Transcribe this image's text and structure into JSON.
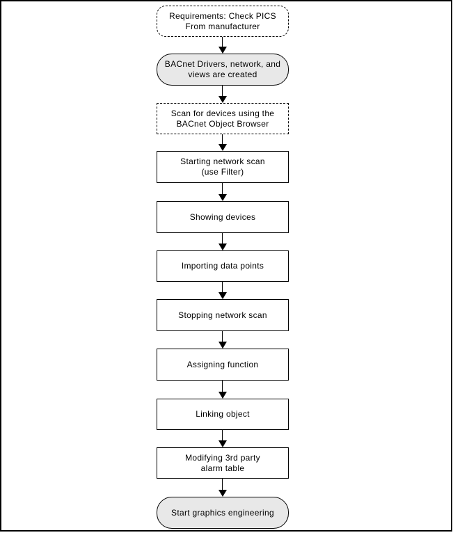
{
  "diagram": {
    "type": "flowchart",
    "orientation": "top-to-bottom",
    "colors": {
      "background": "#ffffff",
      "border": "#000000",
      "process_fill": "#ffffff",
      "terminator_fill": "#e8e8e8",
      "text": "#000000"
    },
    "nodes": [
      {
        "id": "requirements",
        "shape": "rounded-rect-dashed",
        "text": "Requirements: Check PICS\nFrom manufacturer"
      },
      {
        "id": "drivers-created",
        "shape": "terminator-filled",
        "text": "BACnet Drivers, network, and\nviews are created"
      },
      {
        "id": "scan-for-devices",
        "shape": "rect-dashed",
        "text": "Scan for devices using the\nBACnet Object Browser"
      },
      {
        "id": "starting-scan",
        "shape": "rect",
        "text": "Starting network scan\n(use Filter)"
      },
      {
        "id": "showing-devices",
        "shape": "rect",
        "text": "Showing devices"
      },
      {
        "id": "importing-points",
        "shape": "rect",
        "text": "Importing data points"
      },
      {
        "id": "stopping-scan",
        "shape": "rect",
        "text": "Stopping network scan"
      },
      {
        "id": "assigning-function",
        "shape": "rect",
        "text": "Assigning function"
      },
      {
        "id": "linking-object",
        "shape": "rect",
        "text": "Linking object"
      },
      {
        "id": "modifying-alarm",
        "shape": "rect",
        "text": "Modifying 3rd party\nalarm table"
      },
      {
        "id": "start-graphics",
        "shape": "terminator-filled",
        "text": "Start graphics engineering"
      }
    ],
    "edges": [
      {
        "from": "requirements",
        "to": "drivers-created"
      },
      {
        "from": "drivers-created",
        "to": "scan-for-devices"
      },
      {
        "from": "scan-for-devices",
        "to": "starting-scan"
      },
      {
        "from": "starting-scan",
        "to": "showing-devices"
      },
      {
        "from": "showing-devices",
        "to": "importing-points"
      },
      {
        "from": "importing-points",
        "to": "stopping-scan"
      },
      {
        "from": "stopping-scan",
        "to": "assigning-function"
      },
      {
        "from": "assigning-function",
        "to": "linking-object"
      },
      {
        "from": "linking-object",
        "to": "modifying-alarm"
      },
      {
        "from": "modifying-alarm",
        "to": "start-graphics"
      }
    ]
  }
}
